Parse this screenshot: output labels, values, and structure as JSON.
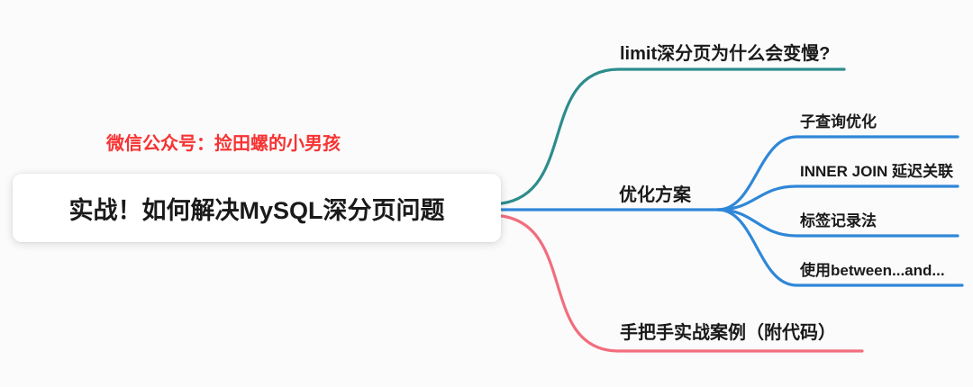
{
  "colors": {
    "teal": "#2e8c8c",
    "blue": "#2f87d8",
    "pink": "#f26d7d",
    "red": "#f73333",
    "text": "#1a1a1a",
    "node_bg": "#ffffff",
    "page_bg": "#fbfbfb"
  },
  "root": {
    "label": "实战！如何解决MySQL深分页问题"
  },
  "watermark": {
    "label": "微信公众号：捡田螺的小男孩"
  },
  "branches": [
    {
      "id": "limit-slow",
      "label": "limit深分页为什么会变慢?",
      "color": "#2e8c8c"
    },
    {
      "id": "solutions",
      "label": "优化方案",
      "color": "#2f87d8",
      "children": [
        {
          "label": "子查询优化"
        },
        {
          "label": "INNER JOIN 延迟关联"
        },
        {
          "label": "标签记录法"
        },
        {
          "label": "使用between...and..."
        }
      ]
    },
    {
      "id": "case",
      "label": "手把手实战案例（附代码）",
      "color": "#f26d7d"
    }
  ]
}
